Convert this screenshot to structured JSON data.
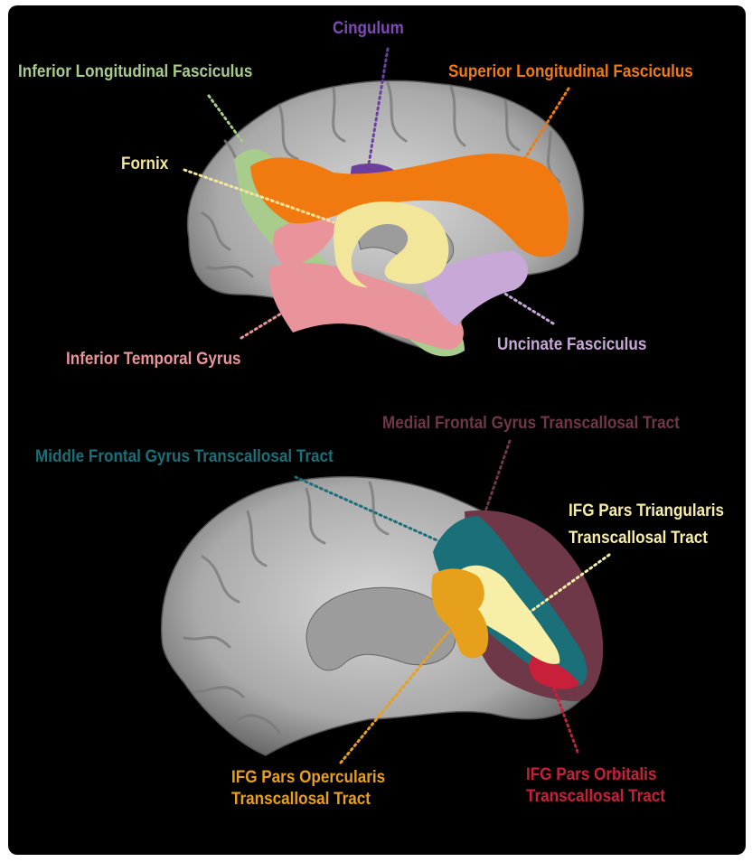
{
  "colors": {
    "background": "#000000",
    "cortex": "#bdbdbd",
    "cingulum": "#6b3fa0",
    "ilf": "#a8cc8c",
    "slf": "#f07a10",
    "fornix": "#f2e69a",
    "itg": "#e8949a",
    "uncinate": "#c7a8d6",
    "mfg": "#1a6f78",
    "medial_fg": "#6e3848",
    "ifg_tri": "#f7eea8",
    "ifg_operc": "#e6a01c",
    "ifg_orb": "#c8203a"
  },
  "top_panel": {
    "cingulum": "Cingulum",
    "ilf": "Inferior Longitudinal Fasciculus",
    "slf": "Superior Longitudinal Fasciculus",
    "fornix": "Fornix",
    "itg": "Inferior Temporal Gyrus",
    "uncinate": "Uncinate Fasciculus"
  },
  "bottom_panel": {
    "medial_fg": "Medial Frontal Gyrus Transcallosal Tract",
    "mfg": "Middle Frontal Gyrus Transcallosal Tract",
    "ifg_tri_line1": "IFG Pars Triangularis",
    "ifg_tri_line2": "Transcallosal Tract",
    "ifg_operc_line1": "IFG Pars Opercularis",
    "ifg_operc_line2": "Transcallosal Tract",
    "ifg_orb_line1": "IFG Pars Orbitalis",
    "ifg_orb_line2": "Transcallosal Tract"
  }
}
